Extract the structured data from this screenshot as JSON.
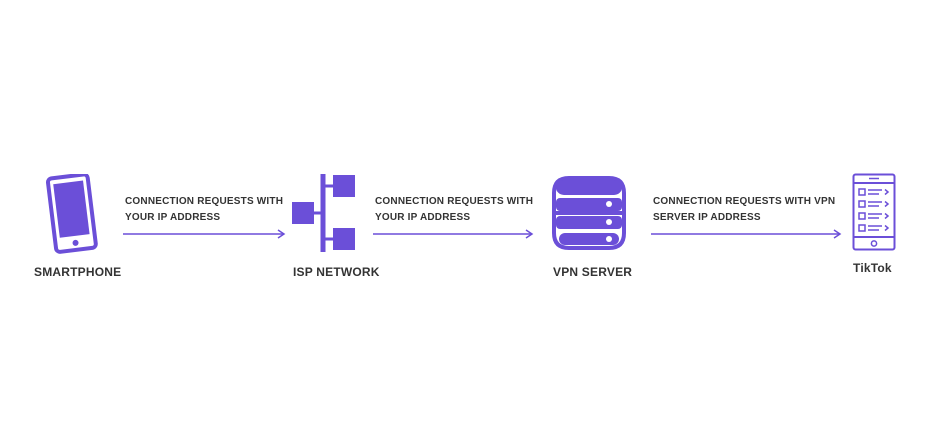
{
  "colors": {
    "accent": "#6b4fd8",
    "text": "#333333",
    "background": "#ffffff"
  },
  "nodes": {
    "smartphone": {
      "label": "SMARTPHONE",
      "icon": "smartphone-icon"
    },
    "isp": {
      "label": "ISP NETWORK",
      "icon": "network-icon"
    },
    "vpn": {
      "label": "VPN SERVER",
      "icon": "server-icon"
    },
    "tiktok": {
      "label": "TikTok",
      "icon": "app-screen-icon"
    }
  },
  "edges": [
    {
      "from": "SMARTPHONE",
      "to": "ISP NETWORK",
      "line1": "CONNECTION REQUESTS WITH",
      "line2": "YOUR IP ADDRESS"
    },
    {
      "from": "ISP NETWORK",
      "to": "VPN SERVER",
      "line1": "CONNECTION REQUESTS WITH",
      "line2": "YOUR IP ADDRESS"
    },
    {
      "from": "VPN SERVER",
      "to": "TikTok",
      "line1": "CONNECTION REQUESTS WITH VPN",
      "line2": "SERVER IP ADDRESS"
    }
  ]
}
